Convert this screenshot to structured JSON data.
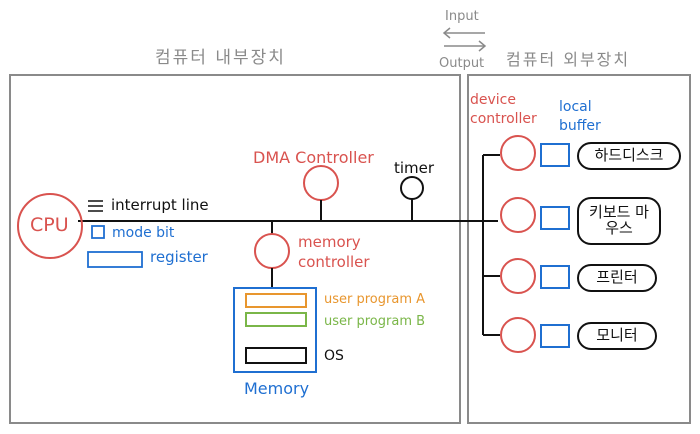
{
  "direction": {
    "input_label": "Input",
    "output_label": "Output"
  },
  "sections": {
    "internal_title": "컴퓨터 내부장치",
    "external_title": "컴퓨터 외부장치"
  },
  "internal": {
    "cpu_label": "CPU",
    "interrupt_line_label": "interrupt line",
    "mode_bit_label": "mode bit",
    "register_label": "register",
    "dma_controller_label": "DMA Controller",
    "timer_label": "timer",
    "memory_controller_label": "memory controller",
    "memory_label": "Memory",
    "user_program_a_label": "user program A",
    "user_program_b_label": "user program B",
    "os_label": "OS"
  },
  "external": {
    "device_controller_label": "device controller",
    "local_buffer_label": "local buffer",
    "devices": [
      {
        "label": "하드디스크"
      },
      {
        "label": "키보드 마우스"
      },
      {
        "label": "프린터"
      },
      {
        "label": "모니터"
      }
    ]
  },
  "colors": {
    "controller_circle": "#d9534f",
    "buffer_box": "#1f6fd1",
    "user_program_a": "#e8962e",
    "user_program_b": "#7ab648",
    "box_border": "#8a8a8a",
    "line": "#111111"
  }
}
